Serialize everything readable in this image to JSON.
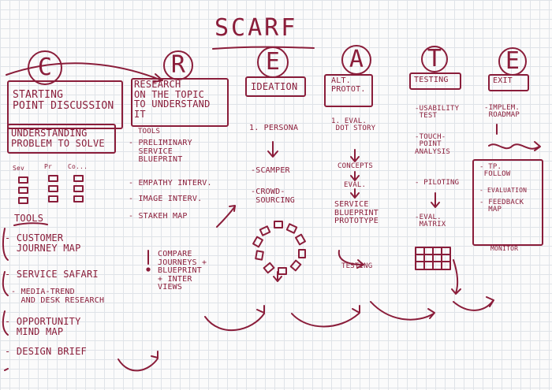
{
  "title": "SCARF",
  "columns": [
    {
      "letter": "C",
      "header": "STARTING\nPOINT DISCUSSION",
      "subheader": "UNDERSTANDING\nPROBLEM TO SOLVE",
      "grid_labels": [
        "Sev",
        "Pr",
        "Co..."
      ],
      "tools_label": "TOOLS",
      "items": [
        "- CUSTOMER\n  JOURNEY MAP",
        "- SERVICE SAFARI",
        "- MEDIA-TREND\n  AND DESK RESEARCH",
        "- OPPORTUNITY\n  MIND MAP",
        "- DESIGN BRIEF"
      ]
    },
    {
      "letter": "R",
      "header": "RESEARCH\nON THE TOPIC\nTO UNDERSTAND\nIT",
      "subheader": "TOOLS",
      "items": [
        "- PRELIMINARY\n  SERVICE\n  BLUEPRINT",
        "- EMPATHY INTERV.",
        "- IMAGE INTERV.",
        "- STAKEH MAP"
      ],
      "note": "COMPARE\nJOURNEYS +\nBLUEPRINT\n+ INTER\nVIEWS"
    },
    {
      "letter": "E",
      "header": "IDEATION",
      "items": [
        "1. PERSONA",
        "-SCAMPER",
        "-CROWD-\n SOURCING"
      ]
    },
    {
      "letter": "A",
      "header": "ALT.\nPROTOT.",
      "items": [
        "1. EVAL.\n DOT STORY",
        "CONCEPTS",
        "EVAL.",
        "SERVICE\nBLUEPRINT\nPROTOTYPE",
        "TESTING"
      ]
    },
    {
      "letter": "T",
      "header": "TESTING",
      "items": [
        "-USABILITY\n TEST",
        "-TOUCH-\n POINT\nANALYSIS",
        "- PILOTING",
        "-EVAL.\n MATRIX"
      ]
    },
    {
      "letter": "E",
      "header": "EXIT",
      "items": [
        "-IMPLEM.\n ROADMAP",
        "- TP.\n FOLLOW",
        "- EVALUATION",
        "- FEEDBACK\n  MAP",
        "MONITOR"
      ]
    }
  ],
  "colors": {
    "ink": "#8a1d3a",
    "grid": "#dfe3e8",
    "paper": "#fbfbfb"
  }
}
